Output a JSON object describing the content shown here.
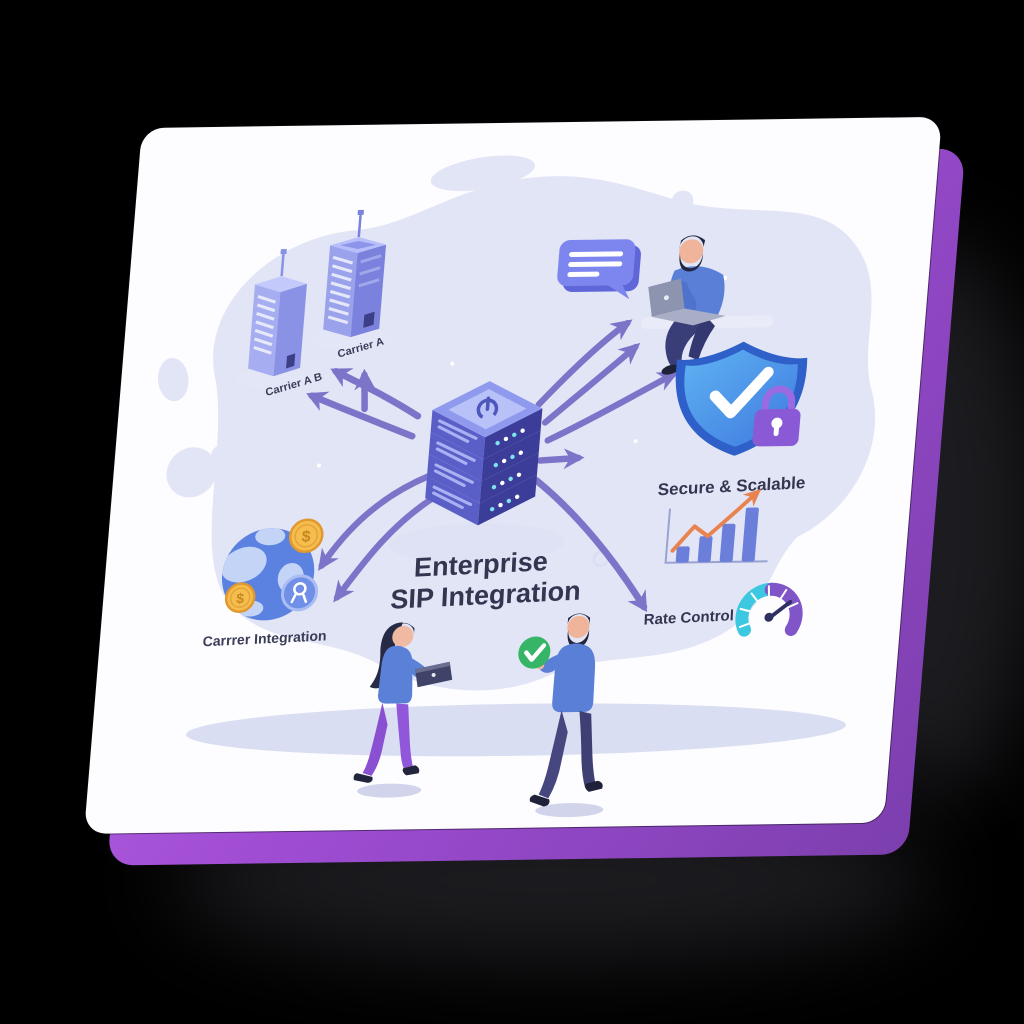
{
  "scene": {
    "title": {
      "line1": "Enterprise",
      "line2": "SIP Integration"
    },
    "labels": {
      "carrier_a": "Carrier A",
      "carrier_a_b": "Carrier A B",
      "secure_scalable": "Secure & Scalable",
      "rate_control": "Rate Control",
      "carrier_integration": "Carrrer Integration"
    },
    "coins": {
      "symbol": "$"
    },
    "icons": {
      "server-stack-icon": "isometric 4-unit server tower with power glyph",
      "building-icon": "isometric office tower with antenna",
      "chat-bubble-icon": "speech bubble with text lines",
      "shield-check-icon": "blue shield with white checkmark",
      "padlock-icon": "purple padlock with keyhole",
      "bar-chart-growth-icon": "rising bars with orange trend arrow",
      "speedometer-icon": "cyan/purple gauge with needle",
      "globe-icon": "blue globe",
      "dollar-coin-icon": "gold coin with $",
      "award-badge-icon": "round badge with ribbon seal",
      "check-circle-icon": "green circle with white check",
      "laptop-icon": "open laptop"
    },
    "colors": {
      "background": "#000000",
      "card_face": "#fdfdff",
      "card_edge_purple": "#a04dd4",
      "blob_lavender": "#e2e5f6",
      "arrow_purple": "#7b74c9",
      "title_text": "#333650",
      "label_text": "#3a3c58",
      "shield_blue": "#3f7ae0",
      "padlock_purple": "#8a5ad6",
      "check_green": "#35b565",
      "coin_gold": "#f4bd4e",
      "gauge_cyan": "#3bc8e0",
      "gauge_purple": "#8055c8",
      "trend_orange": "#e8824e",
      "server_indigo": "#5a5fc8",
      "people_blue": "#5a7fd6",
      "pants_purple": "#8a50d2"
    }
  }
}
